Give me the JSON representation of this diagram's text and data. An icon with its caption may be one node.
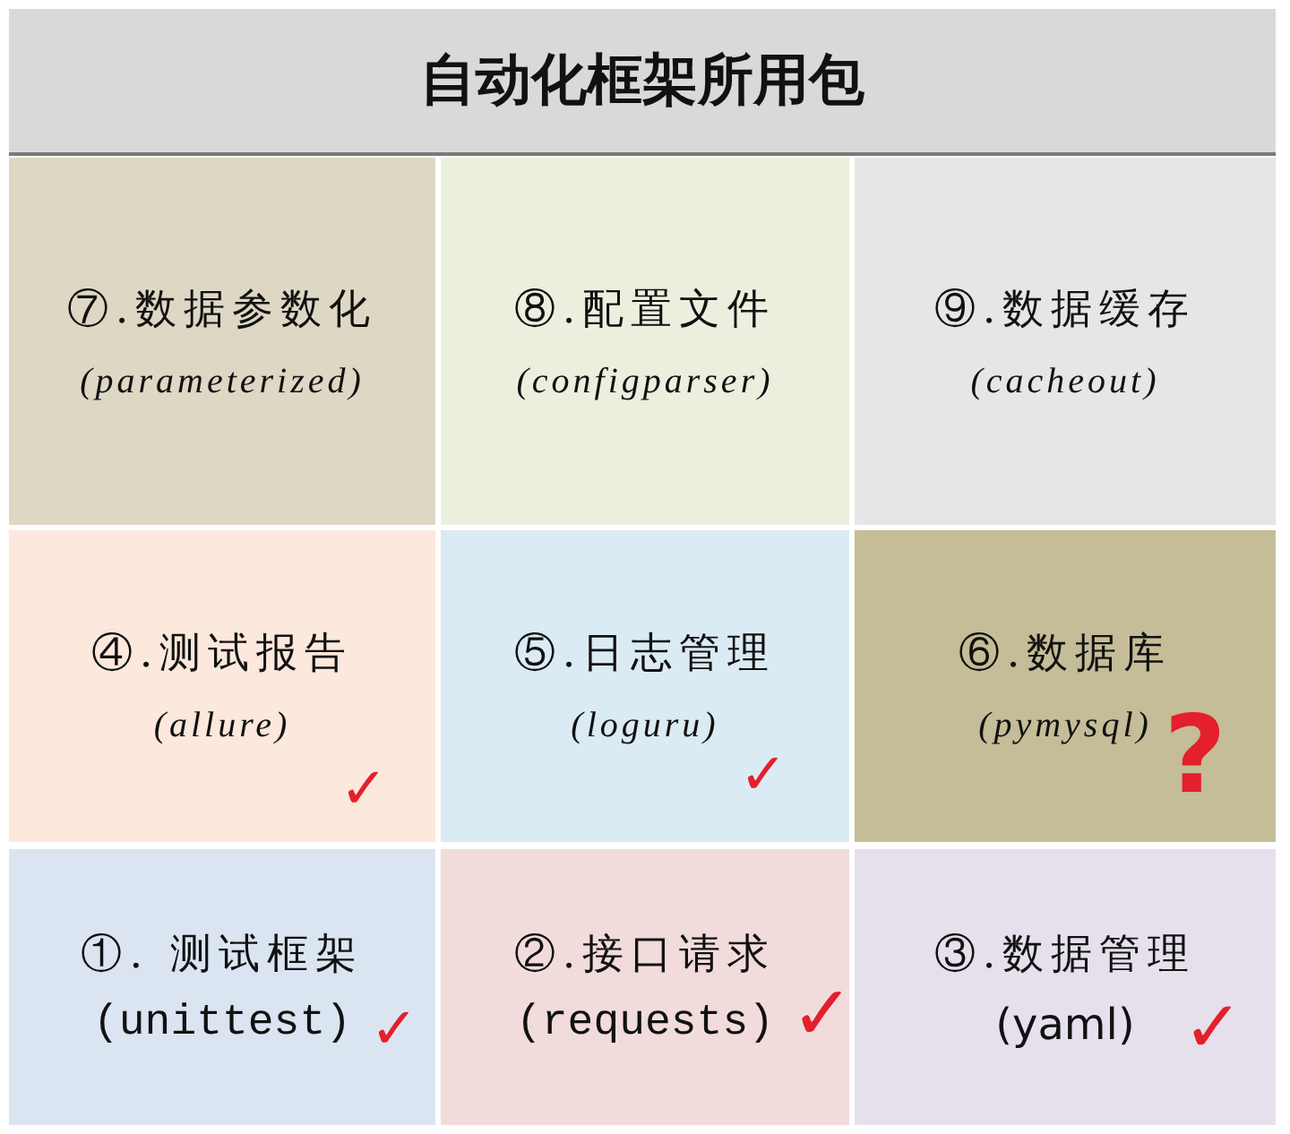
{
  "diagram": {
    "title": "自动化框架所用包",
    "nodes": [
      {
        "text": [
          "⑦.数据参数化",
          "(parameterized)"
        ]
      },
      {
        "text": [
          "⑧.配置文件",
          "(configparser)"
        ]
      },
      {
        "text": [
          "⑨.数据缓存",
          "(cacheout)"
        ]
      },
      {
        "text": [
          "④.测试报告",
          "(allure)",
          "✓"
        ]
      },
      {
        "text": [
          "⑤.日志管理",
          "(loguru)",
          "✓"
        ]
      },
      {
        "text": [
          "⑥.数据库",
          "(pymysql)",
          "?"
        ]
      },
      {
        "text": [
          "①. 测试框架",
          "(unittest)",
          "✓"
        ]
      },
      {
        "text": [
          "②.接口请求",
          "(requests)",
          "✓"
        ]
      },
      {
        "text": [
          "③.数据管理",
          "(yaml)",
          "✓"
        ]
      }
    ]
  }
}
